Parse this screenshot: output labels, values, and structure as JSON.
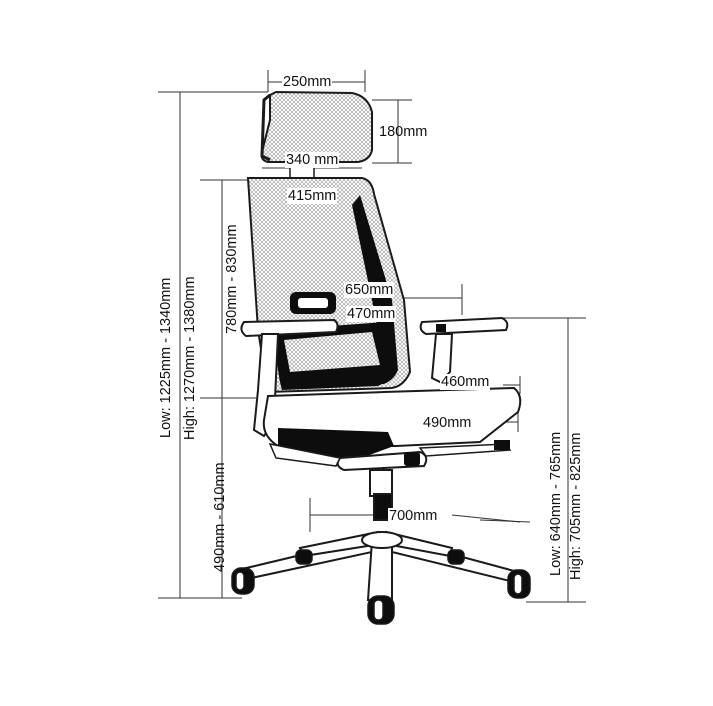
{
  "dimensions": {
    "headrest_width": "250mm",
    "headrest_height": "180mm",
    "headrest_lower_width": "340 mm",
    "backrest_width": "415mm",
    "armrest_outer_width": "650mm",
    "armrest_inner_width": "470mm",
    "seat_depth": "460mm",
    "seat_width": "490mm",
    "base_diameter": "700mm",
    "total_height_low": "Low: 1225mm - 1340mm",
    "total_height_high": "High: 1270mm - 1380mm",
    "backrest_height": "780mm - 830mm",
    "seat_height": "490mm - 610mm",
    "armrest_height_low": "Low: 640mm - 765mm",
    "armrest_height_high": "High: 705mm - 825mm"
  },
  "colors": {
    "line": "#1a1a1a",
    "mesh": "#bdbdbd",
    "dark": "#0d0d0d",
    "guide": "#333333"
  }
}
